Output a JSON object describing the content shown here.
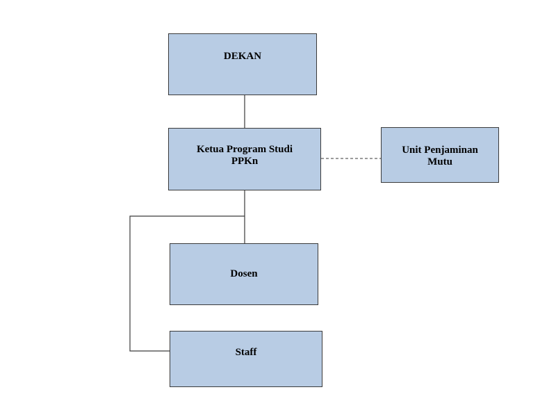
{
  "org_chart": {
    "nodes": {
      "dekan": "DEKAN",
      "kaprodi": "Ketua Program Studi\nPPKn",
      "upm": "Unit Penjaminan\nMutu",
      "dosen": "Dosen",
      "staff": "Staff"
    },
    "relations": [
      {
        "from": "dekan",
        "to": "kaprodi",
        "style": "solid"
      },
      {
        "from": "kaprodi",
        "to": "upm",
        "style": "dashed"
      },
      {
        "from": "kaprodi",
        "to": "dosen",
        "style": "solid"
      },
      {
        "from": "kaprodi",
        "to": "staff",
        "style": "solid"
      }
    ],
    "colors": {
      "box_fill": "#b8cce4",
      "box_border": "#3a3a3a",
      "line": "#3a3a3a"
    }
  }
}
